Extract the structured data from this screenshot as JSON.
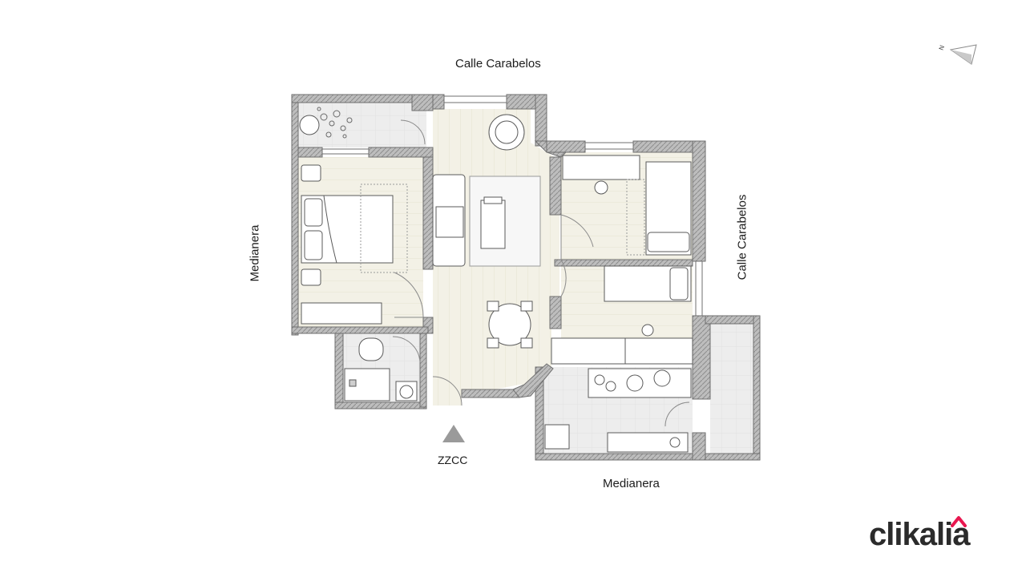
{
  "labels": {
    "street_top": "Calle Carabelos",
    "street_right": "Calle Carabelos",
    "side_left": "Medianera",
    "side_bottom": "Medianera",
    "entrance": "ZZCC",
    "north": "N"
  },
  "brand": {
    "name": "clikalia",
    "accent_color": "#e8174f",
    "text_color": "#2b2b2b"
  },
  "colors": {
    "wall": "#9a9a9a",
    "floor_wood": "#f1efe4",
    "floor_tile": "#ececec",
    "line": "#4a4a4a"
  }
}
